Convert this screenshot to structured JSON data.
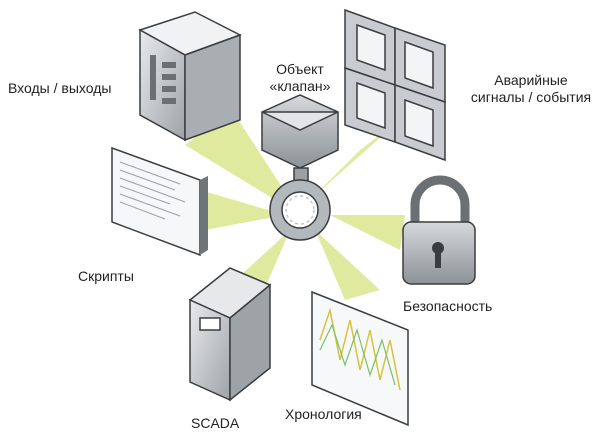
{
  "center": {
    "line1": "Объект",
    "line2": "«клапан»"
  },
  "nodes": {
    "io": {
      "label": "Входы / выходы",
      "icon": "server-cabinet-icon"
    },
    "alarms": {
      "line1": "Аварийные",
      "line2": "сигналы / события",
      "icon": "alarm-panels-icon"
    },
    "scripts": {
      "label": "Скрипты",
      "icon": "script-monitor-icon"
    },
    "security": {
      "label": "Безопасность",
      "icon": "padlock-icon"
    },
    "scada": {
      "label": "SCADA",
      "icon": "controller-cabinet-icon"
    },
    "history": {
      "label": "Хронология",
      "icon": "trend-chart-icon"
    }
  },
  "colors": {
    "beam": "#dbe78f",
    "device": "#c9cdd2",
    "device_dark": "#7d8287",
    "outline": "#3a3d40"
  }
}
